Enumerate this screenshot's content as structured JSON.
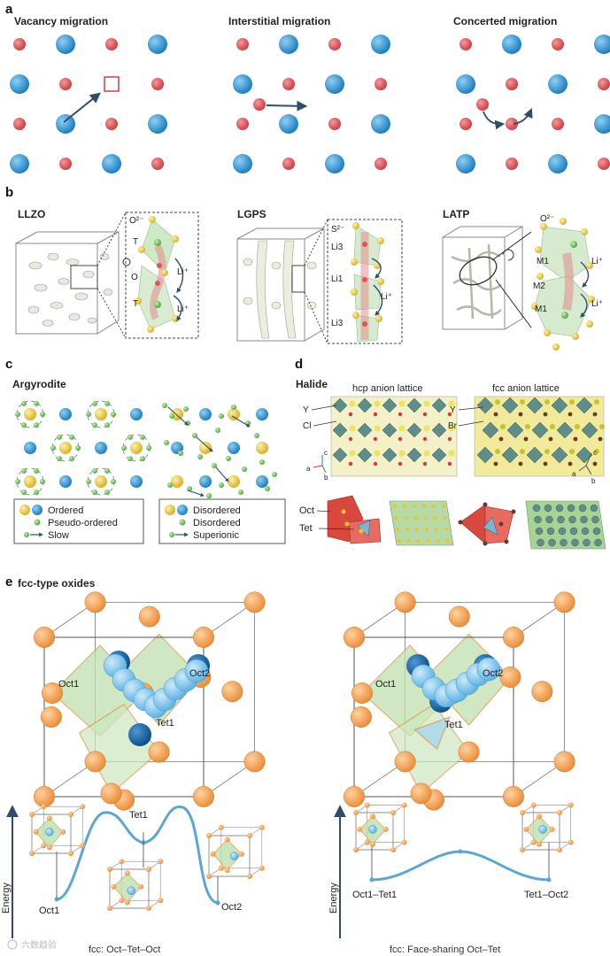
{
  "panel_a": {
    "letter": "a",
    "titles": [
      "Vacancy migration",
      "Interstitial migration",
      "Concerted migration"
    ]
  },
  "panel_b": {
    "letter": "b",
    "titles": [
      "LLZO",
      "LGPS",
      "LATP"
    ],
    "llzo_labels": [
      "O²⁻",
      "T",
      "O",
      "Li⁺",
      "T",
      "Li⁺"
    ],
    "lgps_labels": [
      "S²⁻",
      "Li3",
      "Li1",
      "Li⁺",
      "Li3"
    ],
    "latp_labels": [
      "O²⁻",
      "M1",
      "Li⁺",
      "M2",
      "M1",
      "Li⁺"
    ]
  },
  "panel_c": {
    "letter": "c",
    "title": "Argyrodite",
    "legend_left": [
      "Ordered",
      "Pseudo-ordered",
      "Slow"
    ],
    "legend_right": [
      "Disordered",
      "Disordered",
      "Superionic"
    ]
  },
  "panel_d": {
    "letter": "d",
    "title": "Halide",
    "lattice_titles": [
      "hcp anion lattice",
      "fcc anion lattice"
    ],
    "hcp_labels": [
      "Y",
      "Cl"
    ],
    "fcc_labels": [
      "Y",
      "Br"
    ],
    "axes": [
      "a",
      "b",
      "c"
    ],
    "site_labels": [
      "Oct",
      "Tet"
    ]
  },
  "panel_e": {
    "letter": "e",
    "title": "fcc-type oxides",
    "site_labels": [
      "Oct1",
      "Oct2",
      "Tet1"
    ],
    "energy_axis": "Energy",
    "left_path_labels": [
      "Tet1",
      "Oct1",
      "Oct2"
    ],
    "right_path_labels": [
      "Oct1–Tet1",
      "Tet1–Oct2"
    ],
    "captions": [
      "fcc: Oct–Tet–Oct",
      "fcc: Face-sharing Oct–Tet"
    ]
  },
  "watermark": "六数趋验",
  "colors": {
    "blue_atom": "#3d9fd8",
    "red_atom": "#de5459",
    "orange_atom": "#f5a85c",
    "yellow_atom": "#e8c83c",
    "green_atom": "#6cc05a",
    "green_face": "#b9dcaa",
    "arrow": "#2f4d6b",
    "curve": "#5ba6d4"
  }
}
